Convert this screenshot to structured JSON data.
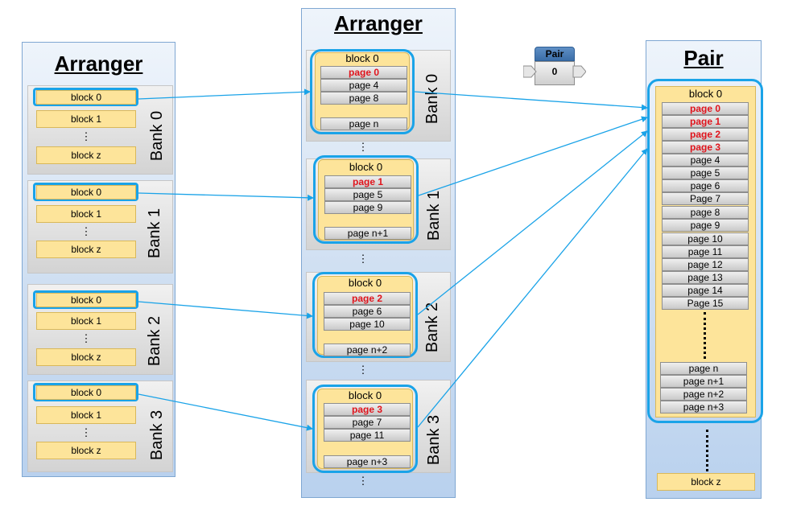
{
  "left_panel": {
    "title": "Arranger",
    "banks": [
      {
        "label": "Bank 0",
        "block0": "block 0",
        "block1": "block 1",
        "blockz": "block z",
        "dots": "⋮"
      },
      {
        "label": "Bank 1",
        "block0": "block 0",
        "block1": "block 1",
        "blockz": "block z",
        "dots": "⋮"
      },
      {
        "label": "Bank 2",
        "block0": "block 0",
        "block1": "block 1",
        "blockz": "block z",
        "dots": "⋮"
      },
      {
        "label": "Bank 3",
        "block0": "block 0",
        "block1": "block 1",
        "blockz": "block z",
        "dots": "⋮"
      }
    ]
  },
  "middle_panel": {
    "title": "Arranger",
    "banks": [
      {
        "label": "Bank 0",
        "block": "block 0",
        "pages": [
          "page 0",
          "page 4",
          "page 8"
        ],
        "page_n": "page n",
        "dots": "⋮"
      },
      {
        "label": "Bank 1",
        "block": "block 0",
        "pages": [
          "page 1",
          "page 5",
          "page 9"
        ],
        "page_n": "page n+1",
        "dots": "⋮"
      },
      {
        "label": "Bank 2",
        "block": "block 0",
        "pages": [
          "page 2",
          "page 6",
          "page 10"
        ],
        "page_n": "page n+2",
        "dots": "⋮"
      },
      {
        "label": "Bank 3",
        "block": "block 0",
        "pages": [
          "page 3",
          "page 7",
          "page 11"
        ],
        "page_n": "page n+3",
        "dots": "⋮"
      }
    ]
  },
  "pair_node": {
    "title": "Pair",
    "value": "0"
  },
  "right_panel": {
    "title": "Pair",
    "block": "block 0",
    "pages": [
      "page 0",
      "page 1",
      "page 2",
      "page 3",
      "page 4",
      "page 5",
      "page 6",
      "Page 7",
      "page 8",
      "page 9",
      "page 10",
      "page 11",
      "page 12",
      "page 13",
      "page 14",
      "Page 15"
    ],
    "tail_pages": [
      "page n",
      "page n+1",
      "page n+2",
      "page n+3"
    ],
    "block_z": "block z"
  },
  "colors": {
    "highlight": "#1aa3e8",
    "red_text": "#e0141c",
    "block_fill": "#fde49a"
  }
}
